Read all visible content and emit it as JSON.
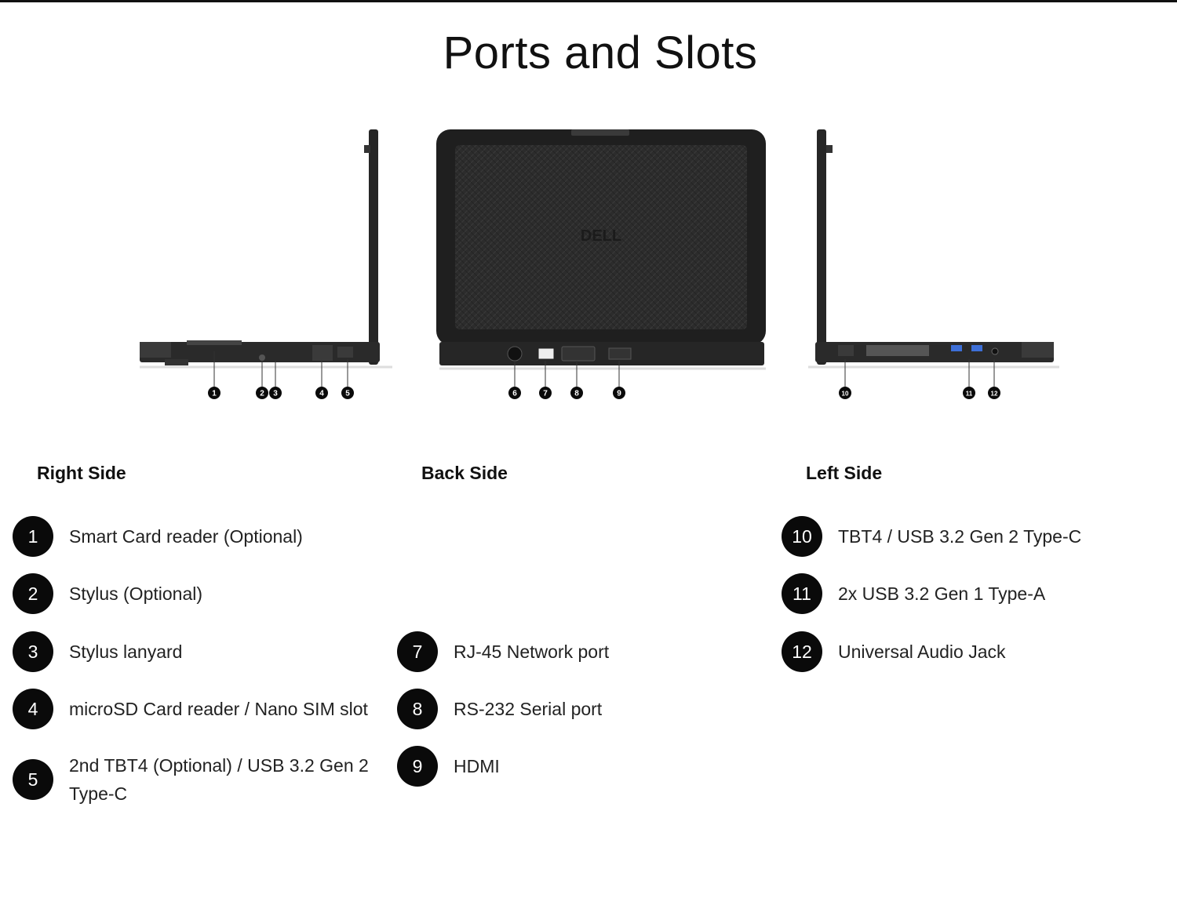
{
  "title": "Ports and Slots",
  "images": {
    "center_logo": "DELL"
  },
  "callouts": {
    "right": [
      "1",
      "2",
      "3",
      "4",
      "5"
    ],
    "back": [
      "6",
      "7",
      "8",
      "9"
    ],
    "left": [
      "10",
      "11",
      "12"
    ]
  },
  "columns": {
    "right": {
      "heading": "Right Side",
      "items": [
        {
          "num": "1",
          "label": "Smart Card reader (Optional)"
        },
        {
          "num": "2",
          "label": "Stylus (Optional)"
        },
        {
          "num": "3",
          "label": "Stylus lanyard"
        },
        {
          "num": "4",
          "label": "microSD Card reader / Nano SIM slot"
        },
        {
          "num": "5",
          "label": "2nd TBT4 (Optional) / USB 3.2 Gen 2 Type-C"
        }
      ]
    },
    "back": {
      "heading": "Back Side",
      "items": [
        {
          "num": "7",
          "label": "RJ-45 Network port"
        },
        {
          "num": "8",
          "label": "RS-232 Serial port"
        },
        {
          "num": "9",
          "label": "HDMI"
        }
      ]
    },
    "left": {
      "heading": "Left Side",
      "items": [
        {
          "num": "10",
          "label": "TBT4 / USB 3.2 Gen 2 Type-C"
        },
        {
          "num": "11",
          "label": "2x USB 3.2 Gen 1 Type-A"
        },
        {
          "num": "12",
          "label": "Universal Audio Jack"
        }
      ]
    }
  }
}
